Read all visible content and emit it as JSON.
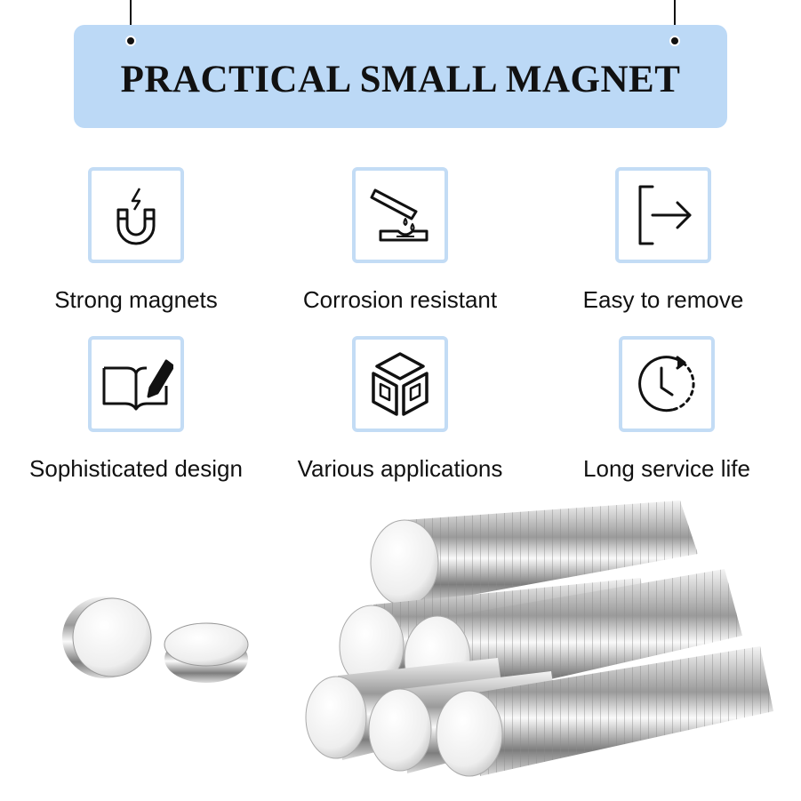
{
  "banner": {
    "title": "PRACTICAL SMALL MAGNET"
  },
  "features": [
    {
      "label": "Strong magnets",
      "icon": "magnet-icon"
    },
    {
      "label": "Corrosion resistant",
      "icon": "test-tube-icon"
    },
    {
      "label": "Easy to remove",
      "icon": "exit-arrow-icon"
    },
    {
      "label": "Sophisticated design",
      "icon": "book-pen-icon"
    },
    {
      "label": "Various applications",
      "icon": "cube-icon"
    },
    {
      "label": "Long service life",
      "icon": "clock-icon"
    }
  ],
  "colors": {
    "banner": "#bcd9f6",
    "icon_border": "#c3dcf5",
    "text": "#111111"
  }
}
